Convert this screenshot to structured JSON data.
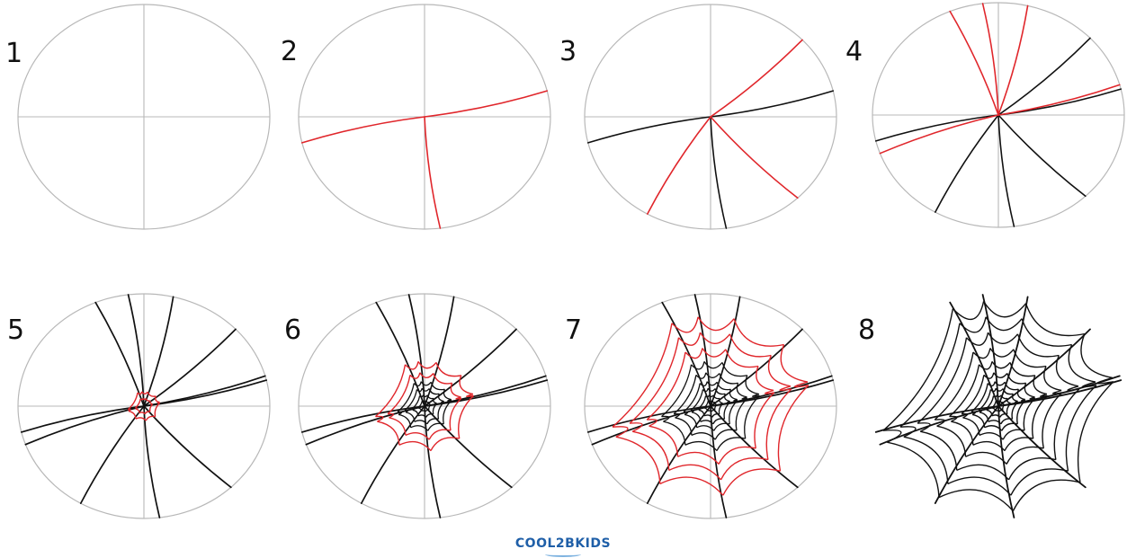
{
  "steps": [
    {
      "number": "1"
    },
    {
      "number": "2"
    },
    {
      "number": "3"
    },
    {
      "number": "4"
    },
    {
      "number": "5"
    },
    {
      "number": "6"
    },
    {
      "number": "7"
    },
    {
      "number": "8"
    }
  ],
  "logo": {
    "text": "COOL2BKIDS"
  },
  "colors": {
    "guide": "#b8b8b8",
    "ink": "#111111",
    "new_lines": "#e0262b",
    "logo": "#1f5fa8"
  }
}
